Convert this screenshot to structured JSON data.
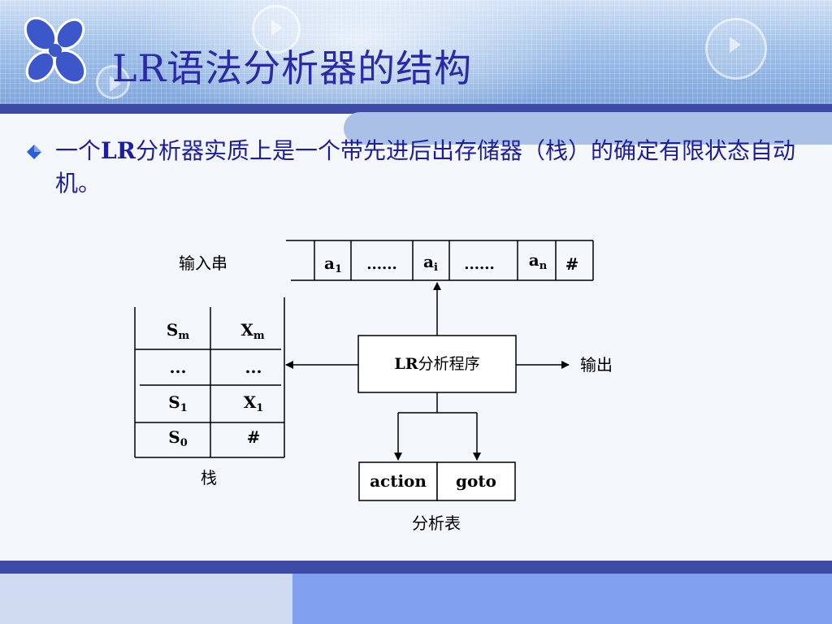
{
  "slide": {
    "title": "LR语法分析器的结构",
    "intro_pre": "一个",
    "intro_bold": "LR",
    "intro_post": "分析器实质上是一个带先进后出存储器（栈）的确定有限状态自动机。"
  },
  "diagram": {
    "input_label": "输入串",
    "input_cells": [
      {
        "base": "a",
        "sub": "1"
      },
      {
        "base": "......",
        "sub": ""
      },
      {
        "base": "a",
        "sub": "i"
      },
      {
        "base": "......",
        "sub": ""
      },
      {
        "base": "a",
        "sub": "n"
      },
      {
        "base": "#",
        "sub": ""
      }
    ],
    "stack_rows": [
      {
        "state": "S",
        "state_sub": "m",
        "symbol": "X",
        "symbol_sub": "m"
      },
      {
        "state": "...",
        "state_sub": "",
        "symbol": "...",
        "symbol_sub": ""
      },
      {
        "state": "S",
        "state_sub": "1",
        "symbol": "X",
        "symbol_sub": "1"
      },
      {
        "state": "S",
        "state_sub": "0",
        "symbol": "#",
        "symbol_sub": ""
      }
    ],
    "stack_label": "栈",
    "program_label_bold": "LR",
    "program_label_rest": "分析程序",
    "output_label": "输出",
    "table_cells": [
      "action",
      "goto"
    ],
    "table_label": "分析表"
  },
  "colors": {
    "title": "#2a2aa8",
    "body_text": "#1e1e9c",
    "bar": "#3d4aa6",
    "bullet": "#2b5fd6"
  }
}
